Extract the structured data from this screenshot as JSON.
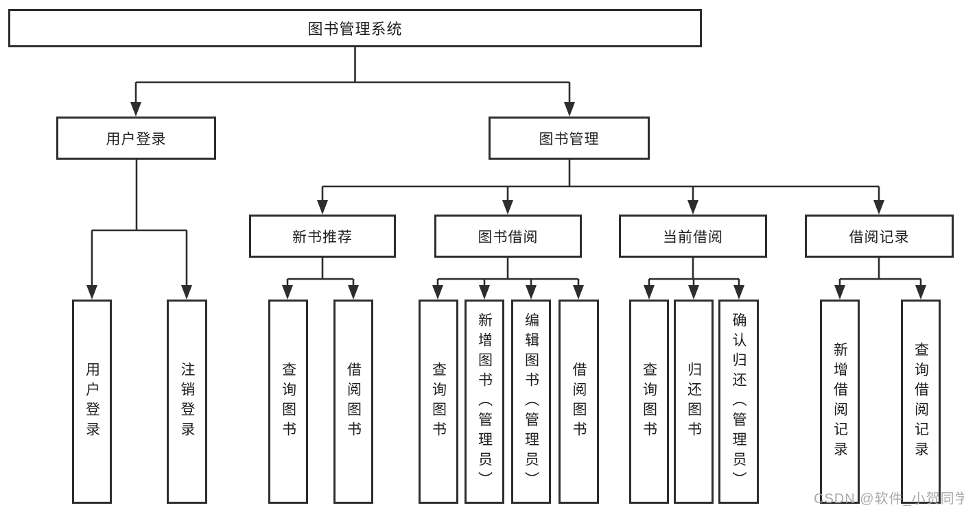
{
  "diagram": {
    "title": "图书管理系统",
    "root": {
      "label": "图书管理系统"
    },
    "level2": [
      {
        "label": "用户登录"
      },
      {
        "label": "图书管理"
      }
    ],
    "level3": [
      {
        "label": "新书推荐"
      },
      {
        "label": "图书借阅"
      },
      {
        "label": "当前借阅"
      },
      {
        "label": "借阅记录"
      }
    ],
    "leaves": {
      "login": [
        {
          "label": "用户登录"
        },
        {
          "label": "注销登录"
        }
      ],
      "recommend": [
        {
          "label": "查询图书"
        },
        {
          "label": "借阅图书"
        }
      ],
      "borrow": [
        {
          "label": "查询图书"
        },
        {
          "label": "新增图书（管理员）"
        },
        {
          "label": "编辑图书（管理员）"
        },
        {
          "label": "借阅图书"
        }
      ],
      "current": [
        {
          "label": "查询图书"
        },
        {
          "label": "归还图书"
        },
        {
          "label": "确认归还（管理员）"
        }
      ],
      "records": [
        {
          "label": "新增借阅记录"
        },
        {
          "label": "查询借阅记录"
        }
      ]
    },
    "colors": {
      "line": "#2d2d2d",
      "box_border": "#2d2d2d",
      "text": "#1f1f1f",
      "background": "#ffffff",
      "watermark": "#a5a5a5"
    }
  },
  "watermark": {
    "text": "CSDN @软件_小贺同学"
  }
}
